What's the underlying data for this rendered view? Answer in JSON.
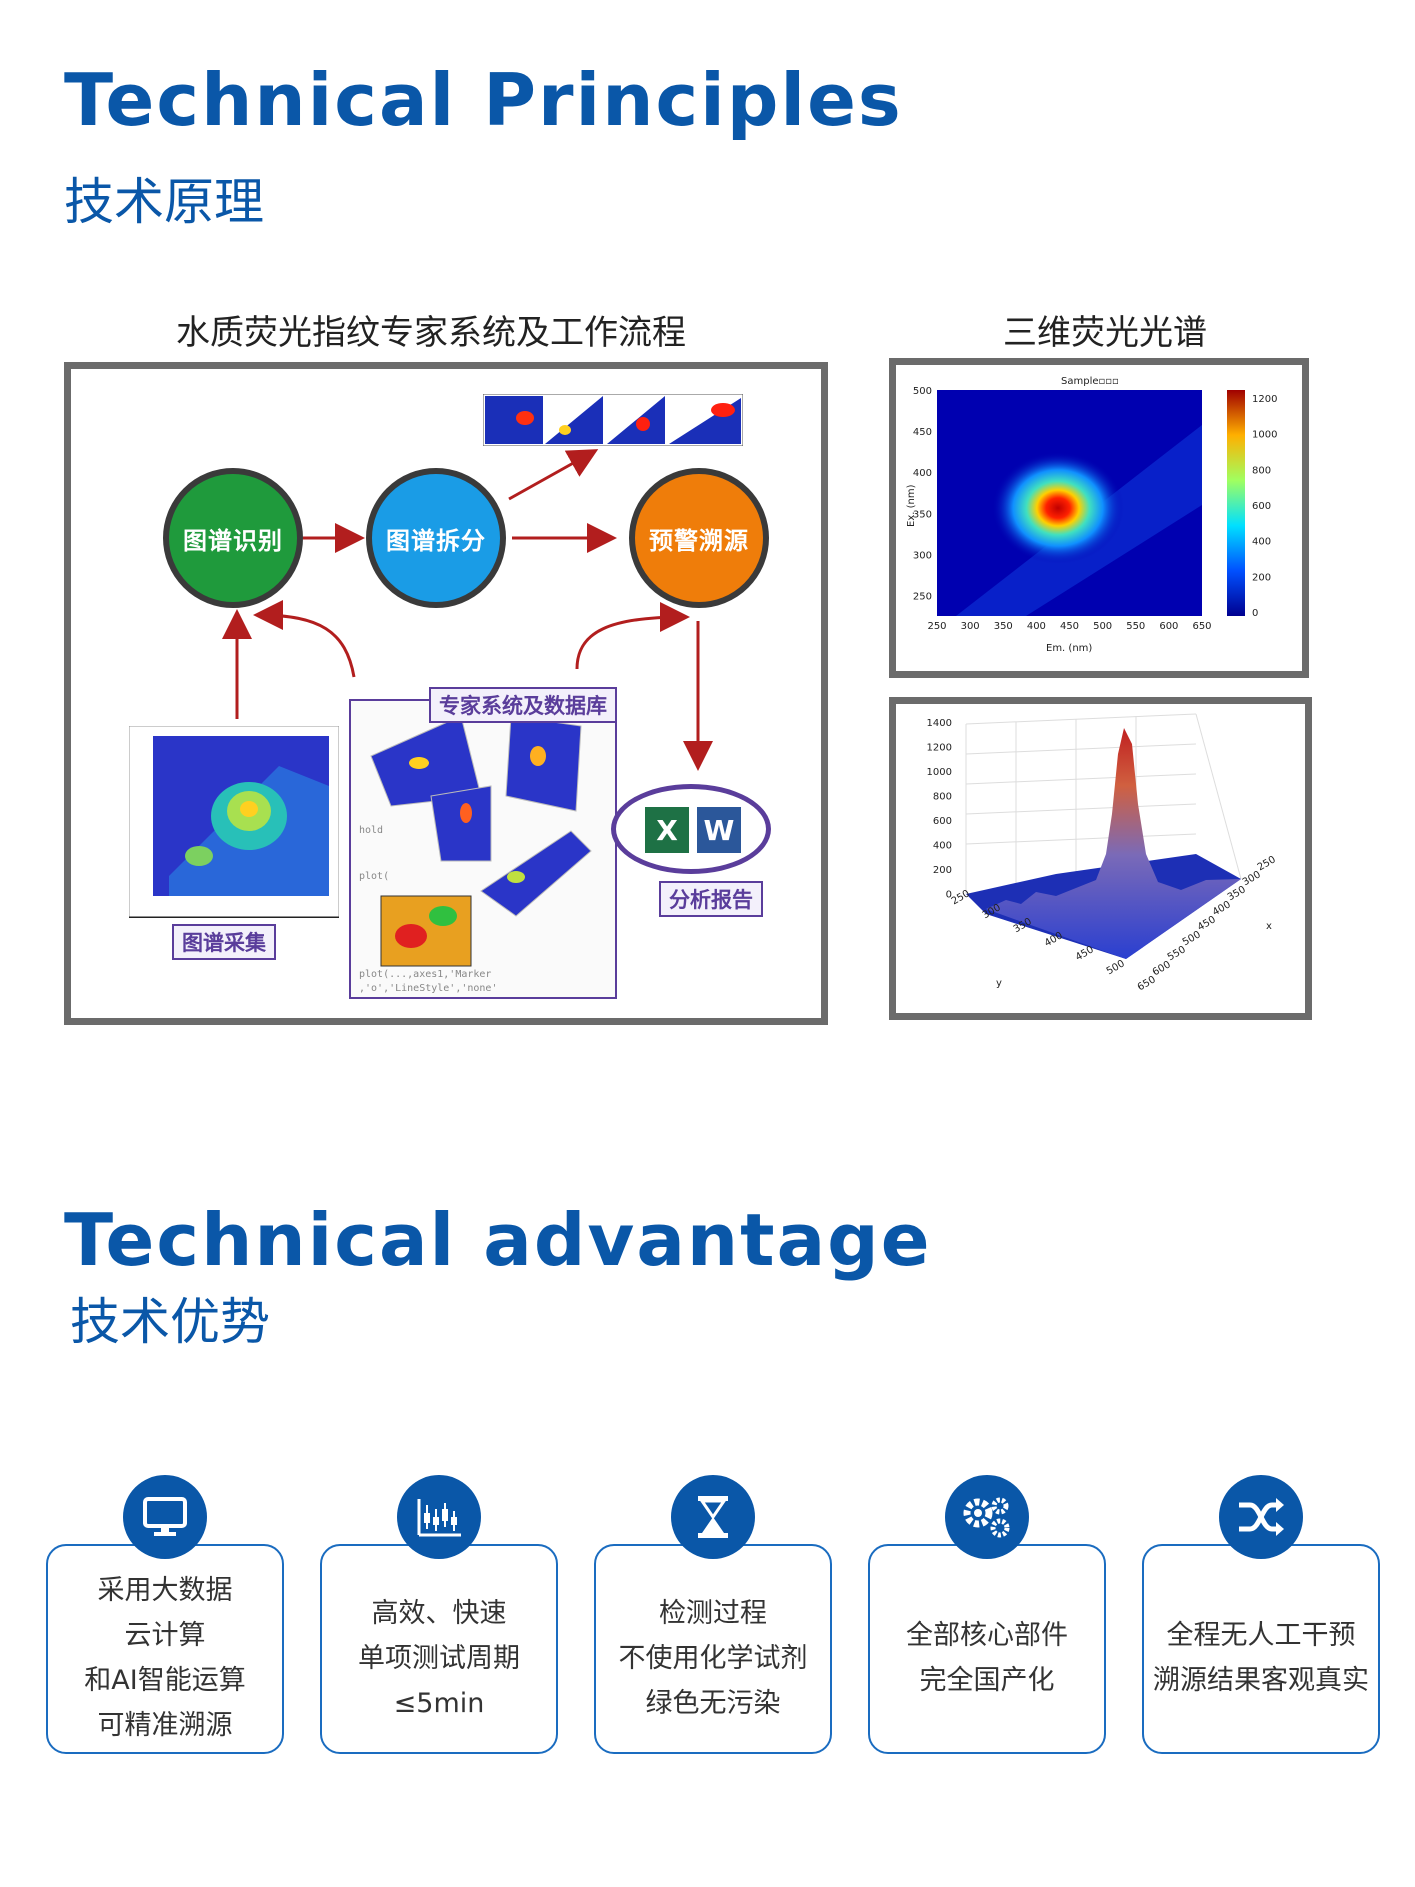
{
  "principles": {
    "title_en": "Technical   Principles",
    "title_cn": "技术原理",
    "left_caption": "水质荧光指纹专家系统及工作流程",
    "right_caption": "三维荧光光谱",
    "nodes": {
      "identify": "图谱识别",
      "split": "图谱拆分",
      "warning": "预警溯源"
    },
    "tags": {
      "expert_db": "专家系统及数据库",
      "collect": "图谱采集",
      "report": "分析报告"
    },
    "colors": {
      "identify": "#1f9a3c",
      "split": "#1a9ce6",
      "warning": "#ef7d0a",
      "arrow": "#b21e1e"
    }
  },
  "heatmap": {
    "title": "Sample▫▫▫",
    "xlabel": "Em. (nm)",
    "ylabel": "Ex. (nm)",
    "x_ticks": [
      "250",
      "300",
      "350",
      "400",
      "450",
      "500",
      "550",
      "600",
      "650"
    ],
    "y_ticks": [
      "500",
      "450",
      "400",
      "350",
      "300",
      "250"
    ],
    "colorbar_ticks": [
      "1200",
      "1000",
      "800",
      "600",
      "400",
      "200",
      "0"
    ]
  },
  "surface": {
    "z_ticks": [
      "1400",
      "1200",
      "1000",
      "800",
      "600",
      "400",
      "200",
      "0"
    ],
    "y_ticks": [
      "250",
      "300",
      "350",
      "400",
      "450",
      "500"
    ],
    "x_ticks": [
      "250",
      "300",
      "350",
      "400",
      "450",
      "500",
      "550",
      "600",
      "650"
    ],
    "ylabel": "y",
    "xlabel": "x"
  },
  "advantage": {
    "title_en": "Technical advantage",
    "title_cn": "技术优势",
    "cards": [
      {
        "icon": "monitor-icon",
        "lines": [
          "采用大数据",
          "云计算",
          "和AI智能运算",
          "可精准溯源"
        ]
      },
      {
        "icon": "chart-icon",
        "lines": [
          "高效、快速",
          "单项测试周期",
          "≤5min"
        ]
      },
      {
        "icon": "hourglass-icon",
        "lines": [
          "检测过程",
          "不使用化学试剂",
          "绿色无污染"
        ]
      },
      {
        "icon": "gears-icon",
        "lines": [
          "全部核心部件",
          "完全国产化"
        ]
      },
      {
        "icon": "shuffle-icon",
        "lines": [
          "全程无人工干预",
          "溯源结果客观真实"
        ]
      }
    ]
  }
}
